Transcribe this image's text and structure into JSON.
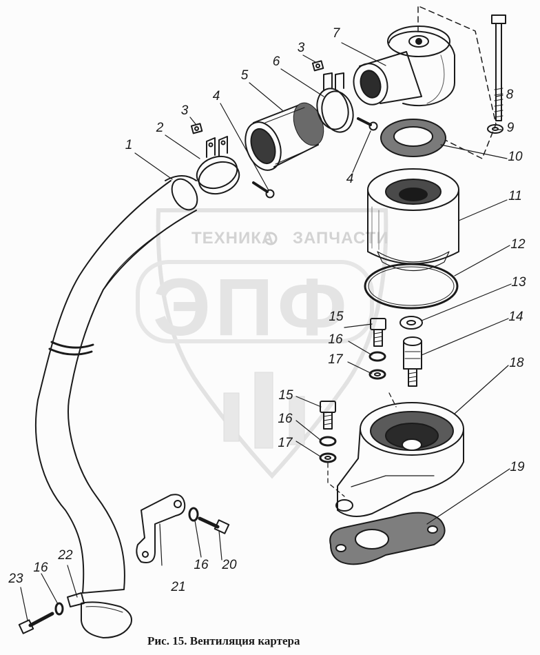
{
  "caption": "Рис. 15. Вентиляция картера",
  "watermark": {
    "left_word": "ТЕХНИКА",
    "right_word": "ЗАПЧАСТИ",
    "big_letters": "ЭПФ"
  },
  "callouts": [
    {
      "id": "c1",
      "text": "1"
    },
    {
      "id": "c2",
      "text": "2"
    },
    {
      "id": "c3a",
      "text": "3"
    },
    {
      "id": "c3b",
      "text": "3"
    },
    {
      "id": "c4a",
      "text": "4"
    },
    {
      "id": "c4b",
      "text": "4"
    },
    {
      "id": "c5",
      "text": "5"
    },
    {
      "id": "c6",
      "text": "6"
    },
    {
      "id": "c7",
      "text": "7"
    },
    {
      "id": "c8",
      "text": "8"
    },
    {
      "id": "c9",
      "text": "9"
    },
    {
      "id": "c10",
      "text": "10"
    },
    {
      "id": "c11",
      "text": "11"
    },
    {
      "id": "c12",
      "text": "12"
    },
    {
      "id": "c13",
      "text": "13"
    },
    {
      "id": "c14",
      "text": "14"
    },
    {
      "id": "c15a",
      "text": "15"
    },
    {
      "id": "c15b",
      "text": "15"
    },
    {
      "id": "c16a",
      "text": "16"
    },
    {
      "id": "c16b",
      "text": "16"
    },
    {
      "id": "c16c",
      "text": "16"
    },
    {
      "id": "c16d",
      "text": "16"
    },
    {
      "id": "c17a",
      "text": "17"
    },
    {
      "id": "c17b",
      "text": "17"
    },
    {
      "id": "c18",
      "text": "18"
    },
    {
      "id": "c19",
      "text": "19"
    },
    {
      "id": "c20",
      "text": "20"
    },
    {
      "id": "c21",
      "text": "21"
    },
    {
      "id": "c22",
      "text": "22"
    },
    {
      "id": "c23",
      "text": "23"
    }
  ]
}
